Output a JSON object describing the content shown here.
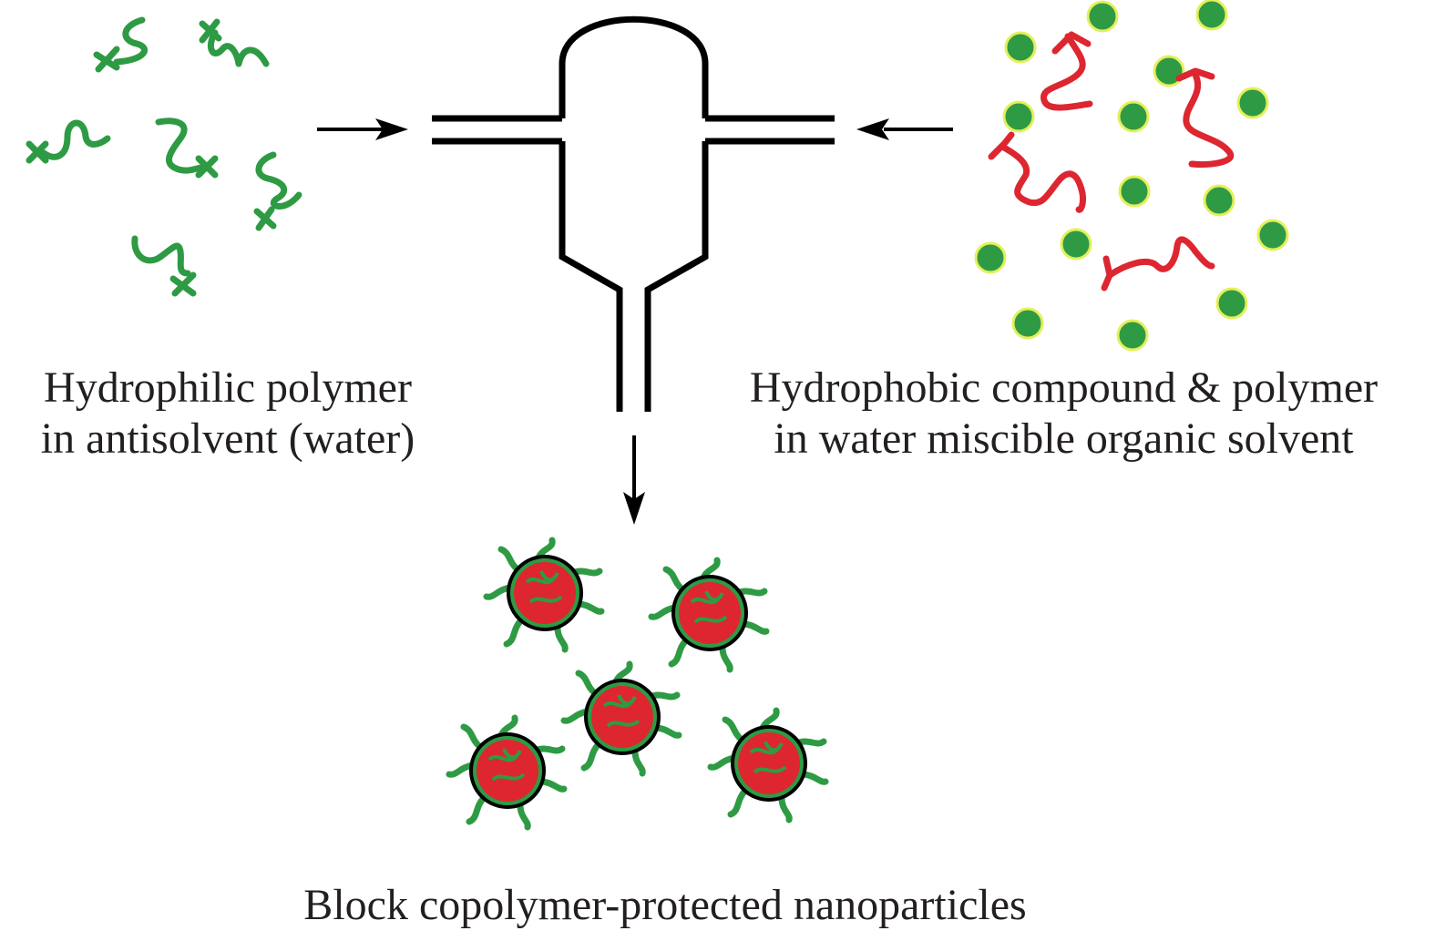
{
  "labels": {
    "left_line1": "Hydrophilic polymer",
    "left_line2": "in antisolvent (water)",
    "right_line1": "Hydrophobic compound & polymer",
    "right_line2": "in water miscible organic solvent",
    "bottom": "Block copolymer-protected nanoparticles"
  },
  "colors": {
    "hydrophilic_polymer": "#2e9b44",
    "hydrophobic_polymer": "#dd2630",
    "compound_dot": "#2e9b44",
    "compound_dot_halo": "#e6ef5a",
    "nanoparticle_core": "#dd2630",
    "outline": "#000000"
  }
}
